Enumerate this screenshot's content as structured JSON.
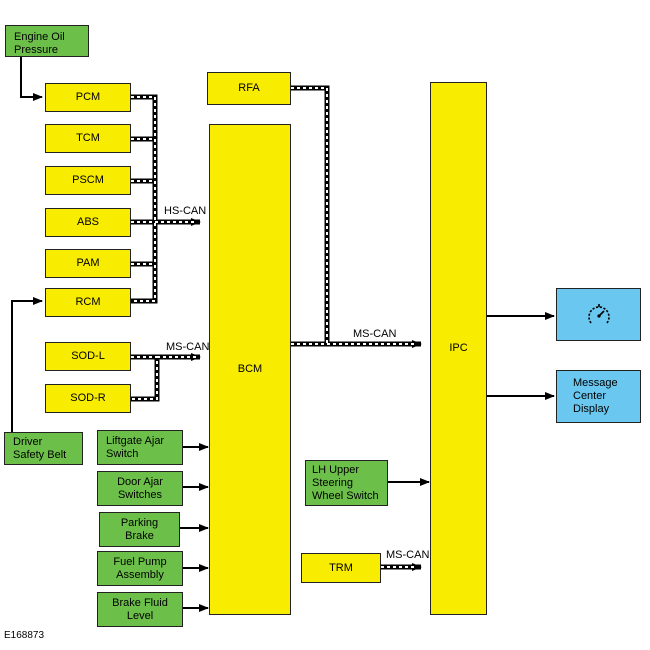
{
  "boxes": {
    "engine_oil_pressure": "Engine Oil\nPressure",
    "pcm": "PCM",
    "tcm": "TCM",
    "pscm": "PSCM",
    "abs": "ABS",
    "pam": "PAM",
    "rcm": "RCM",
    "sod_l": "SOD-L",
    "sod_r": "SOD-R",
    "driver_safety_belt": "Driver\nSafety Belt",
    "rfa": "RFA",
    "bcm": "BCM",
    "liftgate_ajar": "Liftgate Ajar\nSwitch",
    "door_ajar": "Door Ajar\nSwitches",
    "parking_brake": "Parking\nBrake",
    "fuel_pump": "Fuel Pump\nAssembly",
    "brake_fluid": "Brake Fluid\nLevel",
    "ipc": "IPC",
    "lh_upper_switch": "LH Upper\nSteering\nWheel Switch",
    "trm": "TRM",
    "message_center": "Message\nCenter\nDisplay"
  },
  "bus_labels": {
    "hs_can": "HS-CAN",
    "ms_can_sod": "MS-CAN",
    "ms_can_main": "MS-CAN",
    "ms_can_trm": "MS-CAN"
  },
  "icons": {
    "speedometer": "speedometer-icon"
  },
  "figure_id": "E168873",
  "colors": {
    "module": "#f8ec00",
    "input": "#6cc04a",
    "output": "#6ac7f0"
  }
}
